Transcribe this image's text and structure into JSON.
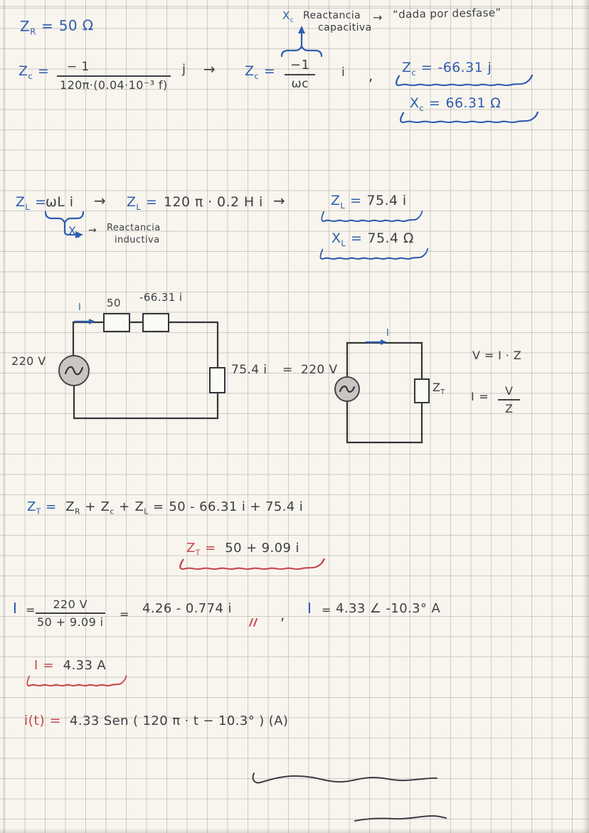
{
  "sym": {
    "Z": "Z",
    "X": "X",
    "I": "I",
    "V": "V",
    "sub_c": "c",
    "sub_R": "R",
    "sub_L": "L",
    "sub_T": "T",
    "eq": "=",
    "plus": "+",
    "arrow": "→",
    "comma": ",",
    "i": "i",
    "j": "j"
  },
  "colors": {
    "paper": "#f8f5ee",
    "grid": "#cfccc5",
    "ink": "#3d3f44",
    "blue": "#2e5db0",
    "red": "#c7474e",
    "source_fill": "#c9c6c2"
  },
  "given": {
    "zr_value": "50 Ω"
  },
  "cap_note": {
    "word1": "Reactancia",
    "word2": "capacitiva",
    "quote": "“dada  por desfase”"
  },
  "zc": {
    "num1": "− 1",
    "den1": "120π·(0.04·10⁻³ f)",
    "num2": "−1",
    "den2": "ωc",
    "result_z": "-66.31 j",
    "result_x": "66.31 Ω"
  },
  "zl": {
    "expr1": "ωL i",
    "expr2": "120 π · 0.2 H i",
    "note1": "Reactancia",
    "note2": "inductiva",
    "result_z": "75.4 i",
    "result_x": "75.4 Ω"
  },
  "circuit_left": {
    "voltage": "220 V",
    "resistor_value": "50",
    "capacitor_value": "-66.31 i",
    "inductor_value": "75.4 i"
  },
  "circuit_right": {
    "voltage": "220 V"
  },
  "laws": {
    "ohm": "V = I · Z",
    "frac_num": "V",
    "frac_den": "Z"
  },
  "zt": {
    "sum_rhs": "50 - 66.31 i + 75.4 i",
    "result": "50 + 9.09 i"
  },
  "current": {
    "frac_num": "220 V",
    "frac_den": "50 + 9.09 i",
    "rect_form": "4.26 - 0.774 i",
    "polar_form": "4.33 ∠ -10.3° A",
    "magnitude": "4.33 A"
  },
  "time_domain": {
    "lhs": "i(t) =",
    "rhs": "4.33 Sen ( 120 π · t − 10.3° )  (A)"
  }
}
